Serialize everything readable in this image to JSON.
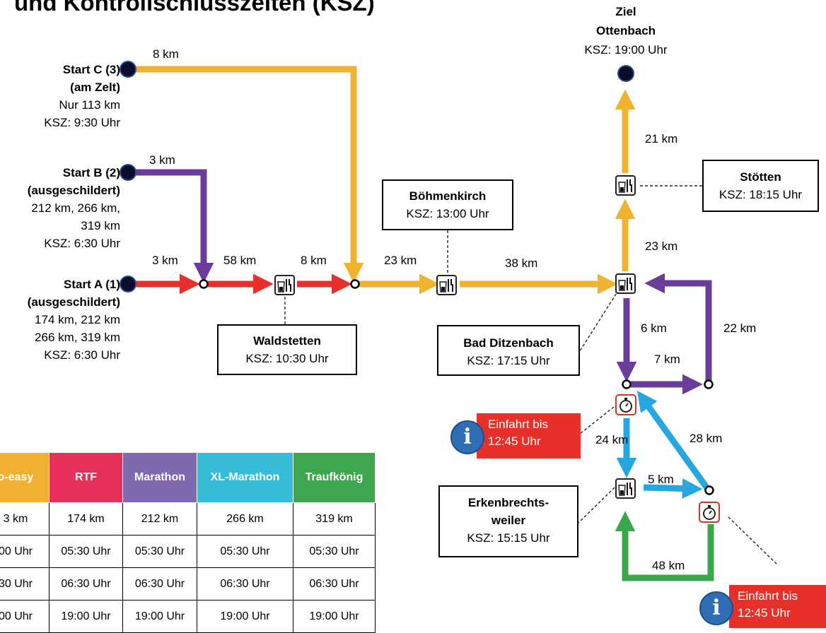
{
  "title": "und Kontrollschlusszeiten (KSZ)",
  "starts": {
    "c": {
      "name": "Start C (3)",
      "sub": "(am Zelt)",
      "l3": "Nur 113 km",
      "ksz": "KSZ: 9:30 Uhr"
    },
    "b": {
      "name": "Start B (2)",
      "sub": "(ausgeschildert)",
      "l3": "212 km, 266 km,",
      "l4": "319 km",
      "ksz": "KSZ: 6:30 Uhr"
    },
    "a": {
      "name": "Start A (1)",
      "sub": "(ausgeschildert)",
      "l3": "174 km, 212 km",
      "l4": "266 km, 319 km",
      "ksz": "KSZ: 6:30 Uhr"
    }
  },
  "finish": {
    "l1": "Ziel",
    "l2": "Ottenbach",
    "ksz": "KSZ: 19:00 Uhr"
  },
  "distances": {
    "c8": "8 km",
    "b3": "3 km",
    "a3": "3 km",
    "a58": "58 km",
    "a8": "8 km",
    "y23": "23 km",
    "y38": "38 km",
    "n23": "23 km",
    "n21": "21 km",
    "p6": "6 km",
    "p22": "22 km",
    "p7": "7 km",
    "b24": "24 km",
    "b28": "28 km",
    "b5": "5 km",
    "g48": "48 km"
  },
  "stations": {
    "waldstetten": {
      "name": "Waldstetten",
      "ksz": "KSZ: 10:30 Uhr"
    },
    "boehmenkirch": {
      "name": "Böhmenkirch",
      "ksz": "KSZ: 13:00 Uhr"
    },
    "badditzenbach": {
      "name": "Bad Ditzenbach",
      "ksz": "KSZ: 17:15 Uhr"
    },
    "stoetten": {
      "name": "Stötten",
      "ksz": "KSZ: 18:15 Uhr"
    },
    "erkenbrechtsweiler": {
      "l1": "Erkenbrechts-",
      "l2": "weiler",
      "ksz": "KSZ: 15:15 Uhr"
    }
  },
  "info_boxes": [
    {
      "l1": "Einfahrt bis",
      "l2": "12:45 Uhr"
    },
    {
      "l1": "Einfahrt bis",
      "l2": "12:45 Uhr"
    }
  ],
  "info_icon": "i",
  "table": {
    "headers": [
      "o-easy",
      "RTF",
      "Marathon",
      "XL-Marathon",
      "Traufkönig"
    ],
    "header_colors": [
      "#f0b032",
      "#e5305a",
      "#7f6ab0",
      "#37bcd8",
      "#3ea64e"
    ],
    "rows": [
      [
        "3 km",
        "174 km",
        "212 km",
        "266 km",
        "319 km"
      ],
      [
        "00 Uhr",
        "05:30 Uhr",
        "05:30 Uhr",
        "05:30 Uhr",
        "05:30 Uhr"
      ],
      [
        "30 Uhr",
        "06:30 Uhr",
        "06:30 Uhr",
        "06:30 Uhr",
        "06:30 Uhr"
      ],
      [
        "00 Uhr",
        "19:00 Uhr",
        "19:00 Uhr",
        "19:00 Uhr",
        "19:00 Uhr"
      ]
    ]
  },
  "colors": {
    "red": "#e8302a",
    "yellow": "#f0b32f",
    "purple": "#6a3d9a",
    "blue": "#27a7e0",
    "green": "#3aa84a",
    "info": "#e8302a"
  },
  "icons": [
    "food-drink-icon",
    "stopwatch-icon",
    "info-icon"
  ]
}
